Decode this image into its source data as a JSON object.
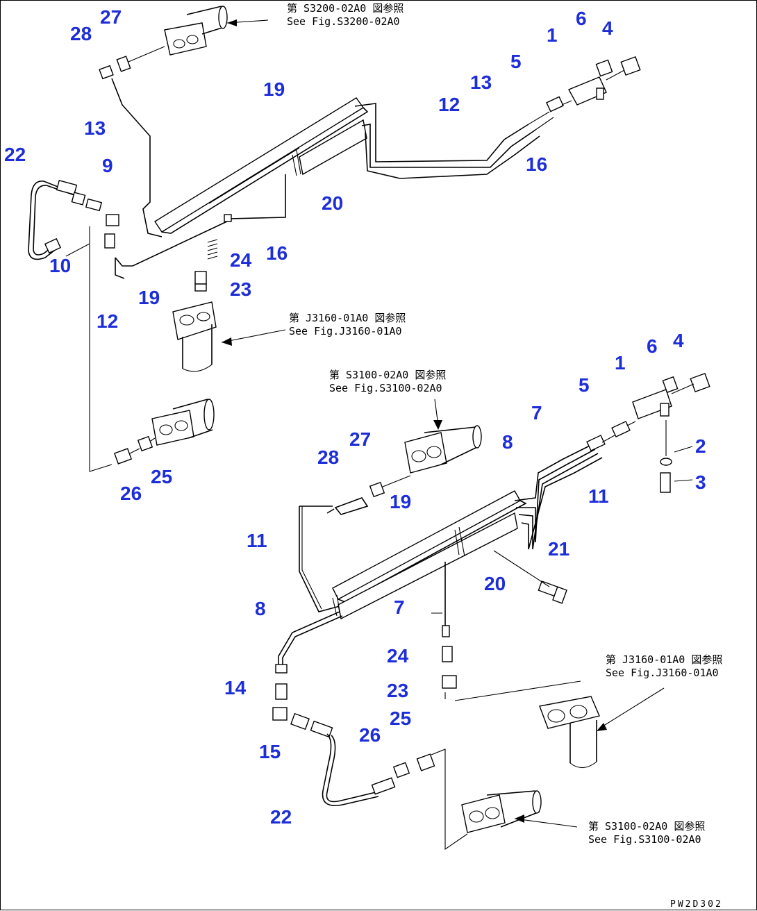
{
  "references": [
    {
      "jp": "第 S3200-02A0 図参照",
      "en": "See Fig.S3200-02A0"
    },
    {
      "jp": "第 J3160-01A0 図参照",
      "en": "See Fig.J3160-01A0"
    },
    {
      "jp": "第 S3100-02A0 図参照",
      "en": "See Fig.S3100-02A0"
    },
    {
      "jp": "第 J3160-01A0 図参照",
      "en": "See Fig.J3160-01A0"
    },
    {
      "jp": "第 S3100-02A0 図参照",
      "en": "See Fig.S3100-02A0"
    }
  ],
  "callouts": [
    "27",
    "28",
    "6",
    "4",
    "1",
    "5",
    "13",
    "19",
    "12",
    "13",
    "16",
    "22",
    "9",
    "20",
    "10",
    "24",
    "16",
    "23",
    "19",
    "12",
    "6",
    "4",
    "1",
    "5",
    "7",
    "2",
    "8",
    "3",
    "11",
    "27",
    "28",
    "19",
    "26",
    "25",
    "11",
    "21",
    "20",
    "7",
    "8",
    "24",
    "14",
    "23",
    "25",
    "26",
    "15",
    "22"
  ],
  "drawing_code": "PW2D302",
  "colors": {
    "callout": "#1d2ed9",
    "line": "#000000"
  }
}
